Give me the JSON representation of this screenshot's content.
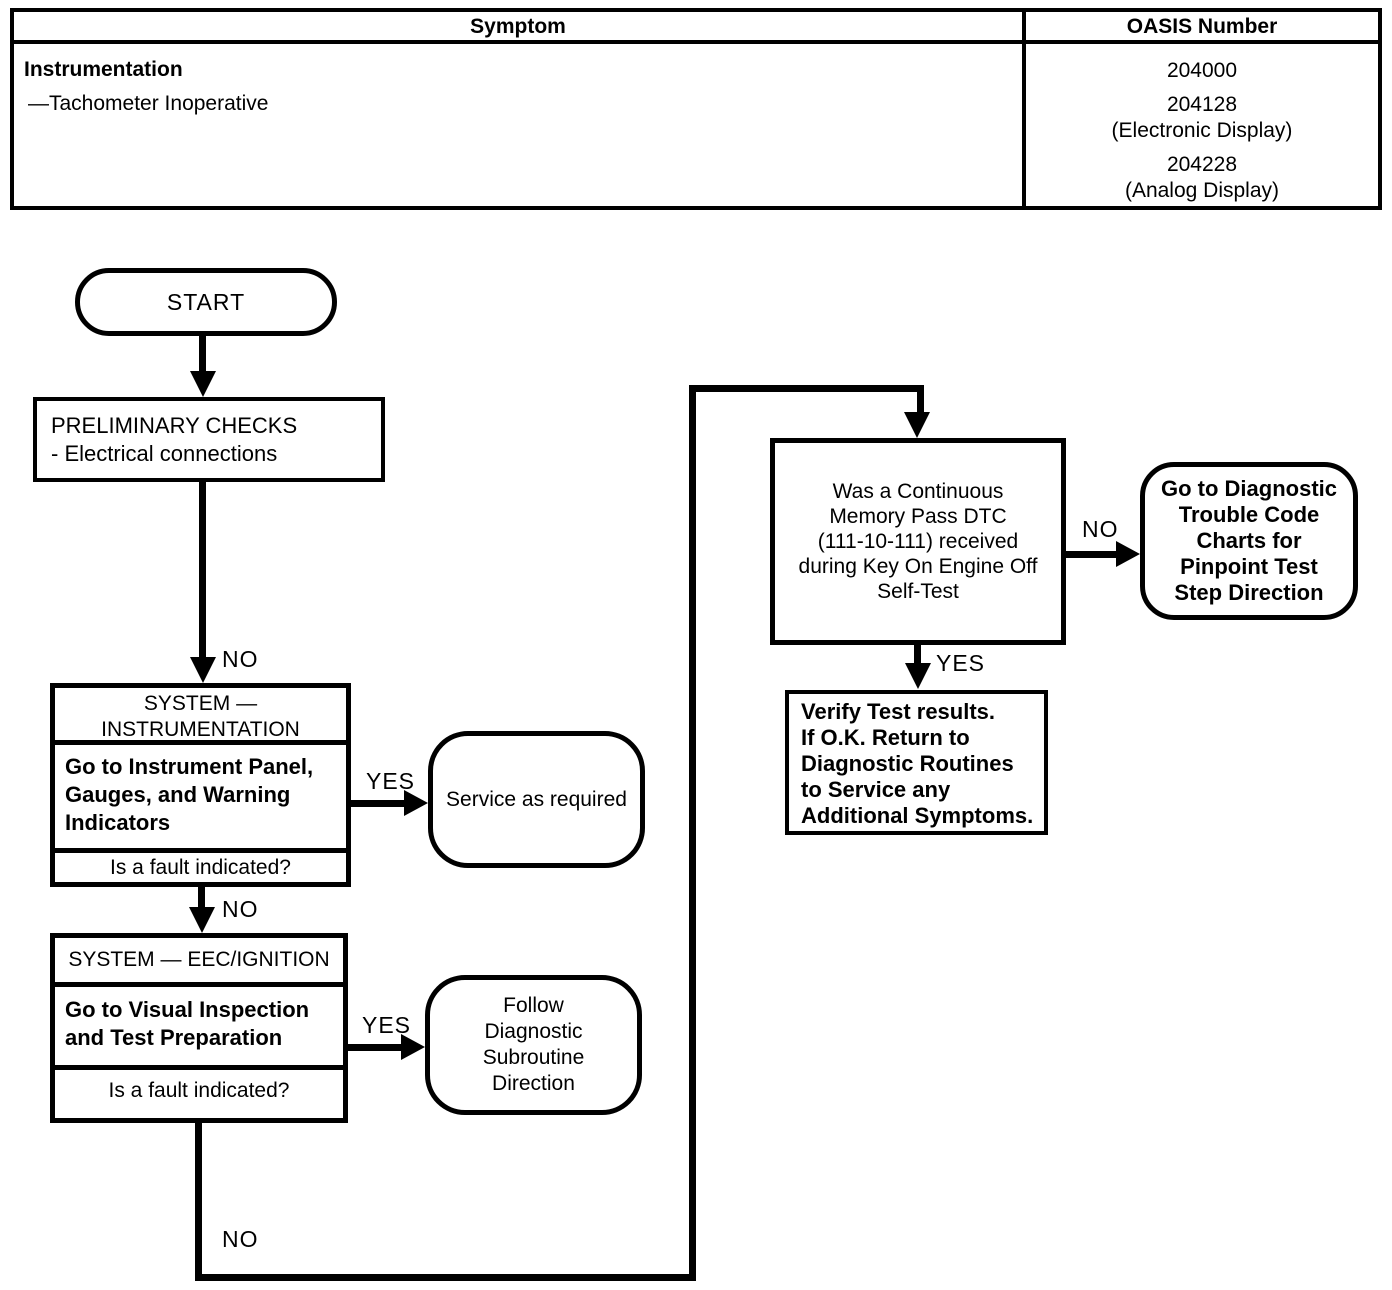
{
  "table": {
    "symptom_header": "Symptom",
    "oasis_header": "OASIS Number",
    "symptom_group": "Instrumentation",
    "symptom_item": "—Tachometer Inoperative",
    "oasis_lines": [
      "204000",
      "204128",
      "(Electronic Display)",
      "204228",
      "(Analog Display)"
    ]
  },
  "flow": {
    "start_label": "START",
    "preliminary": {
      "title": "PRELIMINARY CHECKS",
      "item": "- Electrical connections"
    },
    "instrumentation": {
      "header_line1": "SYSTEM —",
      "header_line2": "INSTRUMENTATION",
      "action_line1": "Go to Instrument Panel,",
      "action_line2": "Gauges, and Warning",
      "action_line3": "Indicators",
      "question": "Is a fault indicated?"
    },
    "service_required": "Service as required",
    "eec": {
      "header": "SYSTEM — EEC/IGNITION",
      "action_line1": "Go to Visual Inspection",
      "action_line2": "and Test Preparation",
      "question": "Is a fault indicated?"
    },
    "follow_subroutine": {
      "line1": "Follow",
      "line2": "Diagnostic",
      "line3": "Subroutine",
      "line4": "Direction"
    },
    "continuous_memory": {
      "line1": "Was a Continuous",
      "line2": "Memory Pass DTC",
      "line3": "(111-10-111) received",
      "line4": "during Key On Engine Off",
      "line5": "Self-Test"
    },
    "dtc_charts": {
      "line1": "Go to Diagnostic",
      "line2": "Trouble Code",
      "line3": "Charts for",
      "line4": "Pinpoint Test",
      "line5": "Step Direction"
    },
    "verify": {
      "line1": "Verify Test results.",
      "line2": "If O.K. Return to",
      "line3": "Diagnostic Routines",
      "line4": "to Service any",
      "line5": "Additional Symptoms."
    },
    "labels": {
      "yes": "YES",
      "no": "NO"
    }
  }
}
